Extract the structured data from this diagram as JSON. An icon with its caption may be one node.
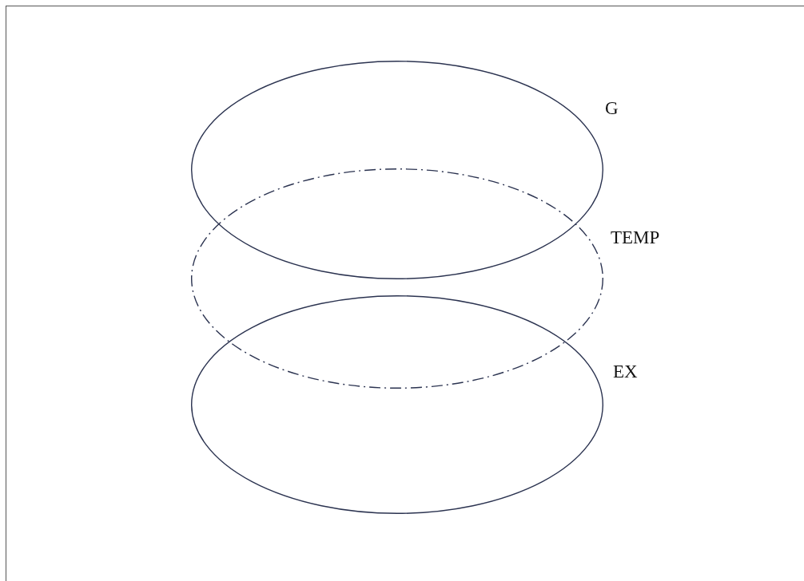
{
  "diagram": {
    "nodes": [
      {
        "text": [],
        "shape": "ellipse",
        "beside": [
          "G"
        ]
      },
      {
        "text": [],
        "shape": "ellipse",
        "beside": [
          "TEMP"
        ]
      },
      {
        "text": [],
        "shape": "ellipse",
        "beside": [
          "EX"
        ]
      }
    ]
  }
}
